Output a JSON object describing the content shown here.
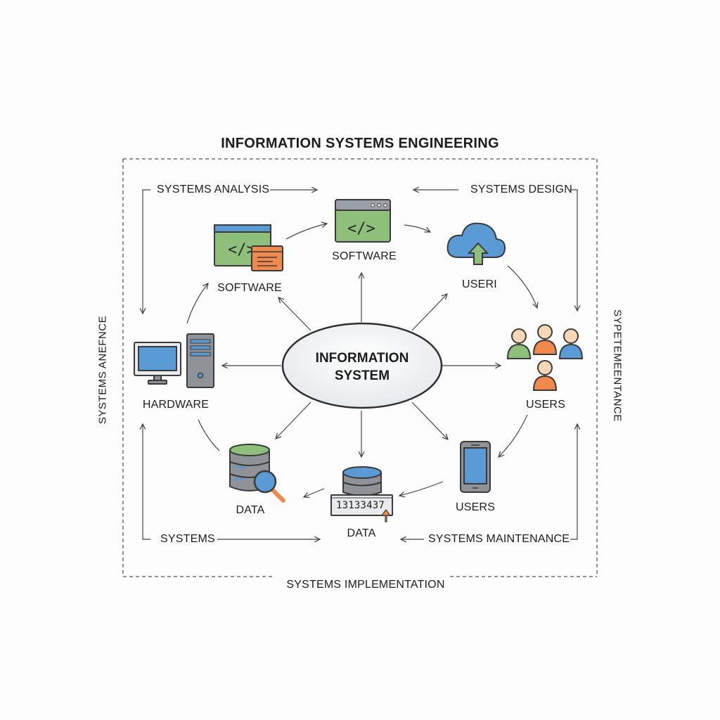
{
  "title": "INFORMATION SYSTEMS ENGINEERING",
  "hub": {
    "line1": "INFORMATION",
    "line2": "SYSTEM"
  },
  "labels": {
    "top_left": "SYSTEMS ANALYSIS",
    "top_right": "SYSTEMS DESIGN",
    "side_left": "SYSTEMS ANEFNCE",
    "side_right": "SYPETEMEENTANCE",
    "bottom_left": "SYSTEMS",
    "bottom_right": "SYSTEMS MAINTENANCE",
    "bottom": "SYSTEMS IMPLEMENTATION"
  },
  "nodes": {
    "software_left": "SOFTWARE",
    "software_top": "SOFTWARE",
    "cloud": "USERI",
    "hardware": "HARDWARE",
    "users_group": "USERS",
    "data_left": "DATA",
    "data_bottom": "DATA",
    "users_phone": "USERS"
  },
  "data_readout": "13133437",
  "icons": [
    "code-window-icon",
    "code-editor-icon",
    "cloud-upload-icon",
    "desktop-computer-icon",
    "user-group-icon",
    "database-search-icon",
    "database-record-icon",
    "smartphone-icon"
  ],
  "colors": {
    "green": "#8ec07c",
    "blue": "#5b9bd5",
    "orange": "#ef8a4c",
    "gray": "#8f9397",
    "outline": "#3a3a3a"
  }
}
